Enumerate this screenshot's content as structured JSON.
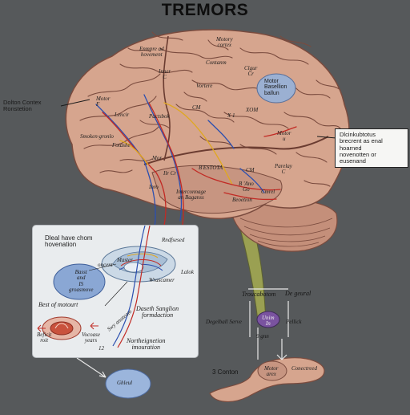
{
  "title": "TREMORS",
  "brain_labels": {
    "motor_cortex_top": "Motory\ncortex",
    "enmpre": "Enmpre ad\nhovement",
    "contanm": "Contanm",
    "motor_f": "Motor\nF",
    "inner_c": "Inner\nC",
    "clgur": "Clgur\nCr",
    "motor_basal": "Motor\nBasellion\nballun",
    "lencir": "Lencir",
    "pactsbok": "Pactsbok",
    "vortere": "Vortere",
    "cm_upper": "CM",
    "xom": "XOM",
    "x_1": "X 1",
    "smoken": "Smoken·gronlo",
    "fotashe": "Fotashe",
    "motor_u": "Motor\nu",
    "b_estoria": "B'ESTOTA",
    "cm_mid": "CM",
    "parelay": "Parelay\nC",
    "inro": "Inro",
    "interconnected": "Interconnage\nan Baganss",
    "b_ano": "B 'Ano\nGo",
    "beoetion": "Beoetion",
    "cmrel": "Cmrel",
    "motor_xr": "Mor",
    "ilr": "Ilr Cr"
  },
  "callouts": {
    "left": "Dolton Contex\nRonstetion",
    "right": "Dlcinkubtotus\nbrecrent as enal hoarned\nnovenotten or eusenand"
  },
  "inset": {
    "heading": "Dleal have chom\nhovenation",
    "thalamus_label": "Rndfsesed",
    "oncent": "oncent",
    "master": "Master",
    "lalok": "Lalok",
    "blue_blob": "Basst\nand\nIS\ngroasmove",
    "wrascamer": "Wrascamer",
    "best_of_motor": "Best of motourt",
    "sway": "Swy anateato",
    "daseth": "Daseth Sanglion\nformdaction",
    "beficit": "Beficit\nroit",
    "vocoase": "Vocoase\nyears",
    "num_12": "12",
    "northeignetion": "Northeignetion\nimouration"
  },
  "lower_labels": {
    "troucabotom": "Troucabotom",
    "de_geural": "De geural",
    "degelball": "Degelball Serve",
    "unim": "Unim\nIn",
    "pellick": "Pellick",
    "gonn": "9 gnn",
    "contion": "3 Conton",
    "motor_area": "Motor\narex",
    "conectreed": "Conectreed",
    "ghleul": "Ghleul"
  },
  "colors": {
    "background": "#56595b",
    "brain": "#d6a58e",
    "brain_shadow": "#b27f6c",
    "sulci": "#7a4b3e",
    "cerebellum": "#c48f7a",
    "nerve_red": "#c22a24",
    "nerve_blue": "#2b4fb0",
    "nerve_yellow": "#e0a820",
    "brainstem": "#9aa052",
    "blob_blue": "#8aa7d4",
    "nucleus_purple": "#7a53a0"
  }
}
